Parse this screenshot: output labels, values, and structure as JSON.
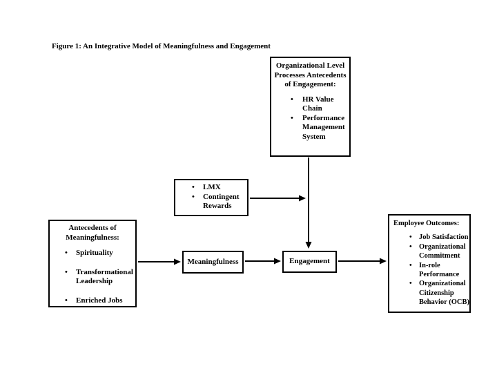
{
  "figure": {
    "title": "Figure 1: An Integrative Model of Meaningfulness and Engagement"
  },
  "colors": {
    "background": "#ffffff",
    "box_border": "#000000",
    "box_fill": "#ffffff",
    "text": "#000000",
    "arrow": "#000000"
  },
  "diagram": {
    "type": "flow-diagram",
    "nodes": {
      "org_processes": {
        "header": "Organizational Level Processes Antecedents of Engagement:",
        "bullets": [
          "HR Value Chain",
          "Performance Management System"
        ]
      },
      "lmx": {
        "bullets": [
          "LMX",
          "Contingent Rewards"
        ]
      },
      "antecedents": {
        "header": "Antecedents of Meaningfulness:",
        "bullets": [
          "Spirituality",
          "Transformational Leadership",
          "Enriched Jobs"
        ]
      },
      "meaningfulness": {
        "label": "Meaningfulness"
      },
      "engagement": {
        "label": "Engagement"
      },
      "outcomes": {
        "header": "Employee Outcomes:",
        "bullets": [
          "Job Satisfaction",
          "Organizational Commitment",
          "In-role Performance",
          "Organizational Citizenship Behavior (OCB)"
        ]
      }
    },
    "connections": [
      {
        "from": "antecedents-of-meaningfulness",
        "to": "meaningfulness"
      },
      {
        "from": "meaningfulness",
        "to": "engagement"
      },
      {
        "from": "engagement",
        "to": "employee-outcomes"
      },
      {
        "from": "organizational-level-processes",
        "to": "engagement"
      },
      {
        "from": "lmx-contingent-rewards",
        "to": "arrow-org-processes-to-engagement"
      }
    ]
  }
}
